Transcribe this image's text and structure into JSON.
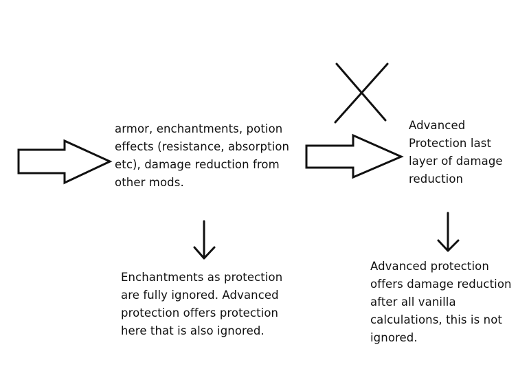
{
  "colors": {
    "ink": "#111111",
    "background": "#ffffff"
  },
  "shapes": {
    "arrow_1": "right-arrow-outline",
    "arrow_2": "right-arrow-outline",
    "arrow_3": "down-arrow",
    "arrow_4": "down-arrow",
    "cross": "x-cross"
  },
  "labels": {
    "left": "armor, enchantments, potion\neffects (resistance, absorption\netc), damage reduction from\nother mods.",
    "right": "Advanced\nProtection last\nlayer of damage\nreduction",
    "bottom_left": "Enchantments as protection\nare fully ignored. Advanced\nprotection offers protection\nhere that is also ignored.",
    "bottom_right": "Advanced protection\noffers damage reduction\nafter all vanilla\ncalculations, this is not\nignored."
  }
}
